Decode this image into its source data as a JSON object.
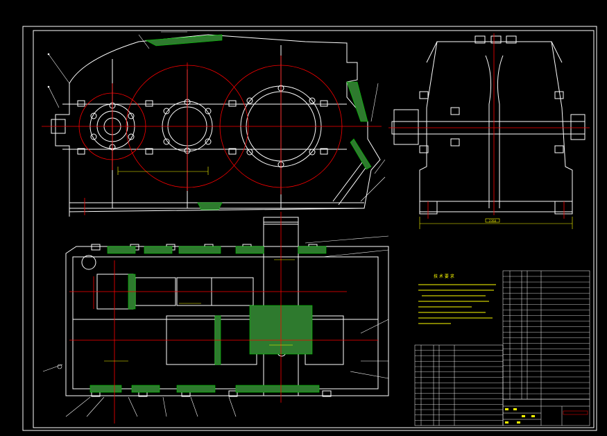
{
  "colors": {
    "background": "#000000",
    "outline": "#ffffff",
    "centerline": "#ff0000",
    "section_hatch": "#00cc00",
    "dimension": "#ffff00",
    "fill_green": "#5aa05a"
  },
  "technical_requirements": {
    "title": "技 术 要 求"
  },
  "dimensions": {
    "side_view_width": "2350",
    "front_center_distance": "",
    "plan_dim_1": "",
    "plan_dim_2": ""
  },
  "title_block": {
    "rows": 18,
    "footer": ""
  }
}
